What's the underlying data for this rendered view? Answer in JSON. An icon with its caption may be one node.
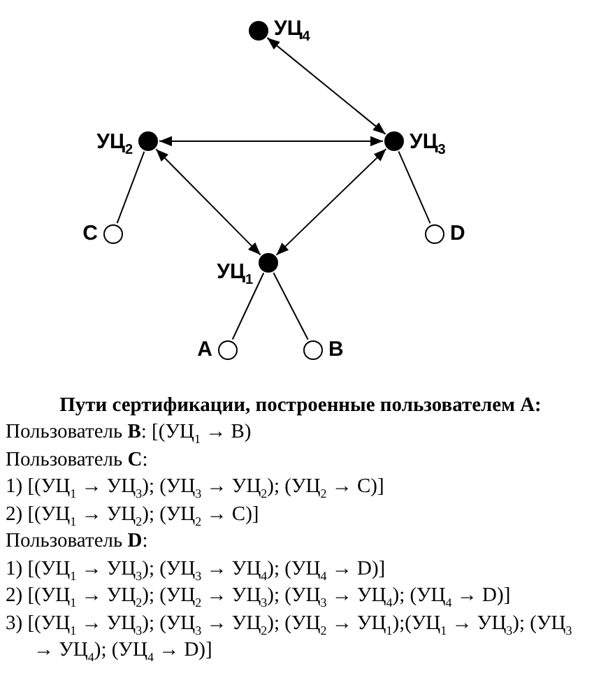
{
  "diagram": {
    "title": "Пути сертификации, построенные пользователем А:",
    "nodes": [
      {
        "text": [
          "УЦ$_{4}$"
        ]
      },
      {
        "text": [
          "УЦ$_{2}$"
        ]
      },
      {
        "text": [
          "УЦ$_{3}$"
        ]
      },
      {
        "text": [
          "C"
        ]
      },
      {
        "text": [
          "D"
        ]
      },
      {
        "text": [
          "УЦ$_{1}$"
        ]
      },
      {
        "text": [
          "A"
        ]
      },
      {
        "text": [
          "B"
        ]
      }
    ],
    "edges": [
      {
        "from": 0,
        "to": 2,
        "arrow": "both"
      },
      {
        "from": 1,
        "to": 2,
        "arrow": "both"
      },
      {
        "from": 1,
        "to": 5,
        "arrow": "both"
      },
      {
        "from": 2,
        "to": 5,
        "arrow": "both"
      },
      {
        "from": 1,
        "to": 3,
        "arrow": "none"
      },
      {
        "from": 2,
        "to": 4,
        "arrow": "none"
      },
      {
        "from": 5,
        "to": 6,
        "arrow": "none"
      },
      {
        "from": 5,
        "to": 7,
        "arrow": "none"
      }
    ],
    "labels": [
      "Пользователь **B**: [(УЦ$_{1}$ → B)",
      "Пользователь **C**:",
      "1) [(УЦ$_{1}$ → УЦ$_{3}$); (УЦ$_{3}$ → УЦ$_{2}$); (УЦ$_{2}$ → C)]",
      "2) [(УЦ$_{1}$ → УЦ$_{2}$); (УЦ$_{2}$ → C)]",
      "Пользователь **D**:",
      "1) [(УЦ$_{1}$ → УЦ$_{3}$); (УЦ$_{3}$ → УЦ$_{4}$); (УЦ$_{4}$ → D)]",
      "2) [(УЦ$_{1}$ → УЦ$_{2}$); (УЦ$_{2}$ → УЦ$_{3}$); (УЦ$_{3}$ → УЦ$_{4}$); (УЦ$_{4}$ → D)]",
      "3) [(УЦ$_{1}$ → УЦ$_{3}$); (УЦ$_{3}$ → УЦ$_{2}$); (УЦ$_{2}$ → УЦ$_{1}$);(УЦ$_{1}$ → УЦ$_{3}$); (УЦ$_{3}$ → УЦ$_{4}$); (УЦ$_{4}$ → D)]"
    ]
  }
}
